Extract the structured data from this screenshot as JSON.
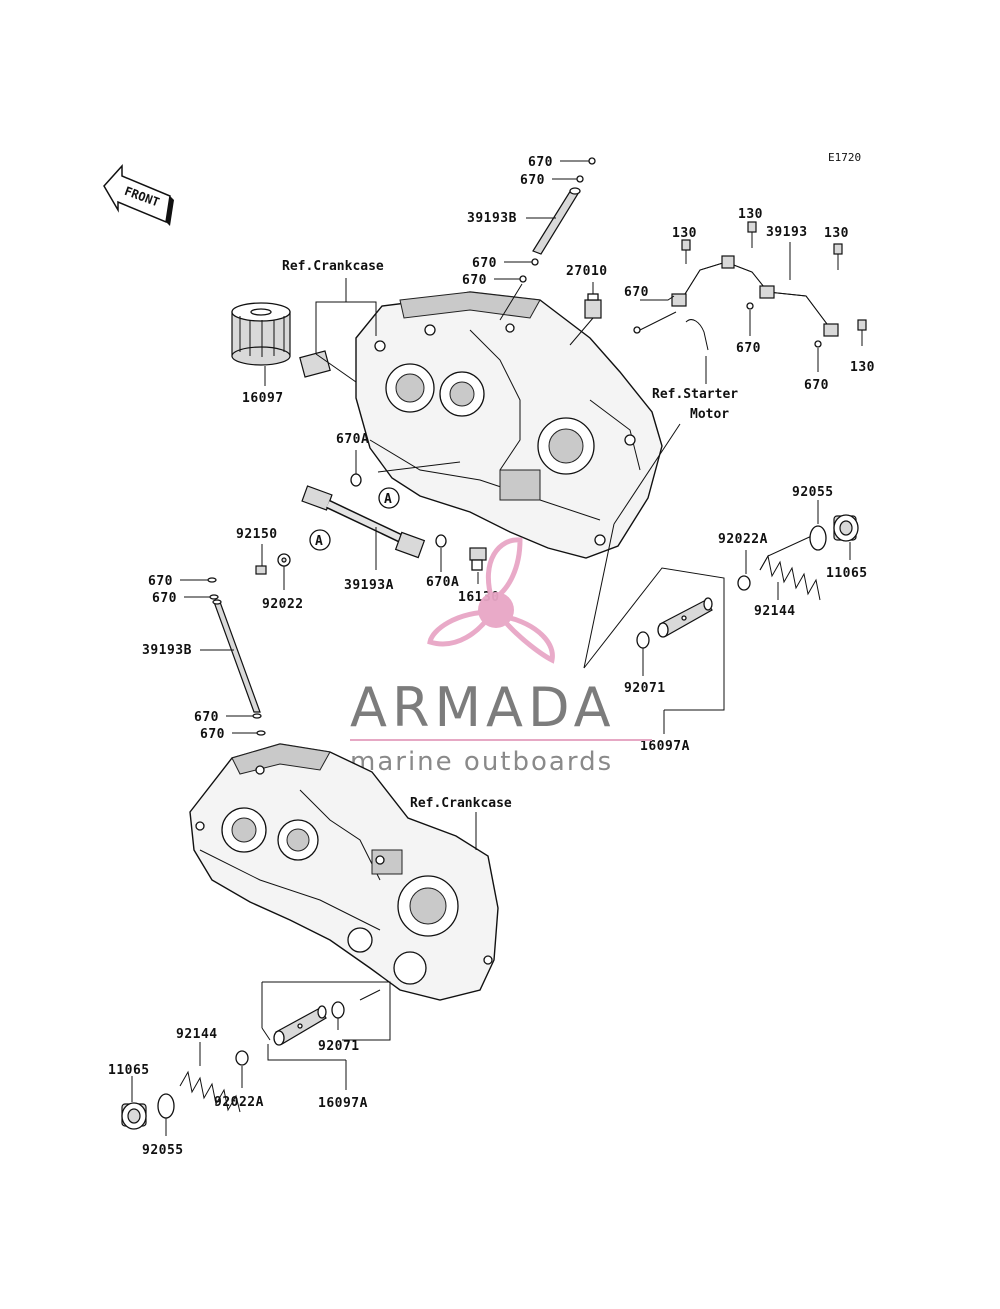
{
  "diagram_code": "E1720",
  "front_label": "FRONT",
  "refs": {
    "crankcase_top": "Ref.Crankcase",
    "crankcase_bottom": "Ref.Crankcase",
    "starter_line1": "Ref.Starter",
    "starter_line2": "Motor"
  },
  "callout_A": "A",
  "parts": {
    "p670": "670",
    "p670A": "670A",
    "p39193B": "39193B",
    "p39193": "39193",
    "p39193A": "39193A",
    "p130": "130",
    "p27010": "27010",
    "p16097": "16097",
    "p16097A": "16097A",
    "p16130": "16130",
    "p92150": "92150",
    "p92022": "92022",
    "p92022A": "92022A",
    "p92055": "92055",
    "p11065": "11065",
    "p92144": "92144",
    "p92071": "92071"
  },
  "watermark": {
    "brand": "ARMADA",
    "tagline": "marine outboards",
    "colors": {
      "text": "#7c7c7c",
      "accent": "#e8a6c6",
      "rule": "#e6a8c4"
    }
  }
}
